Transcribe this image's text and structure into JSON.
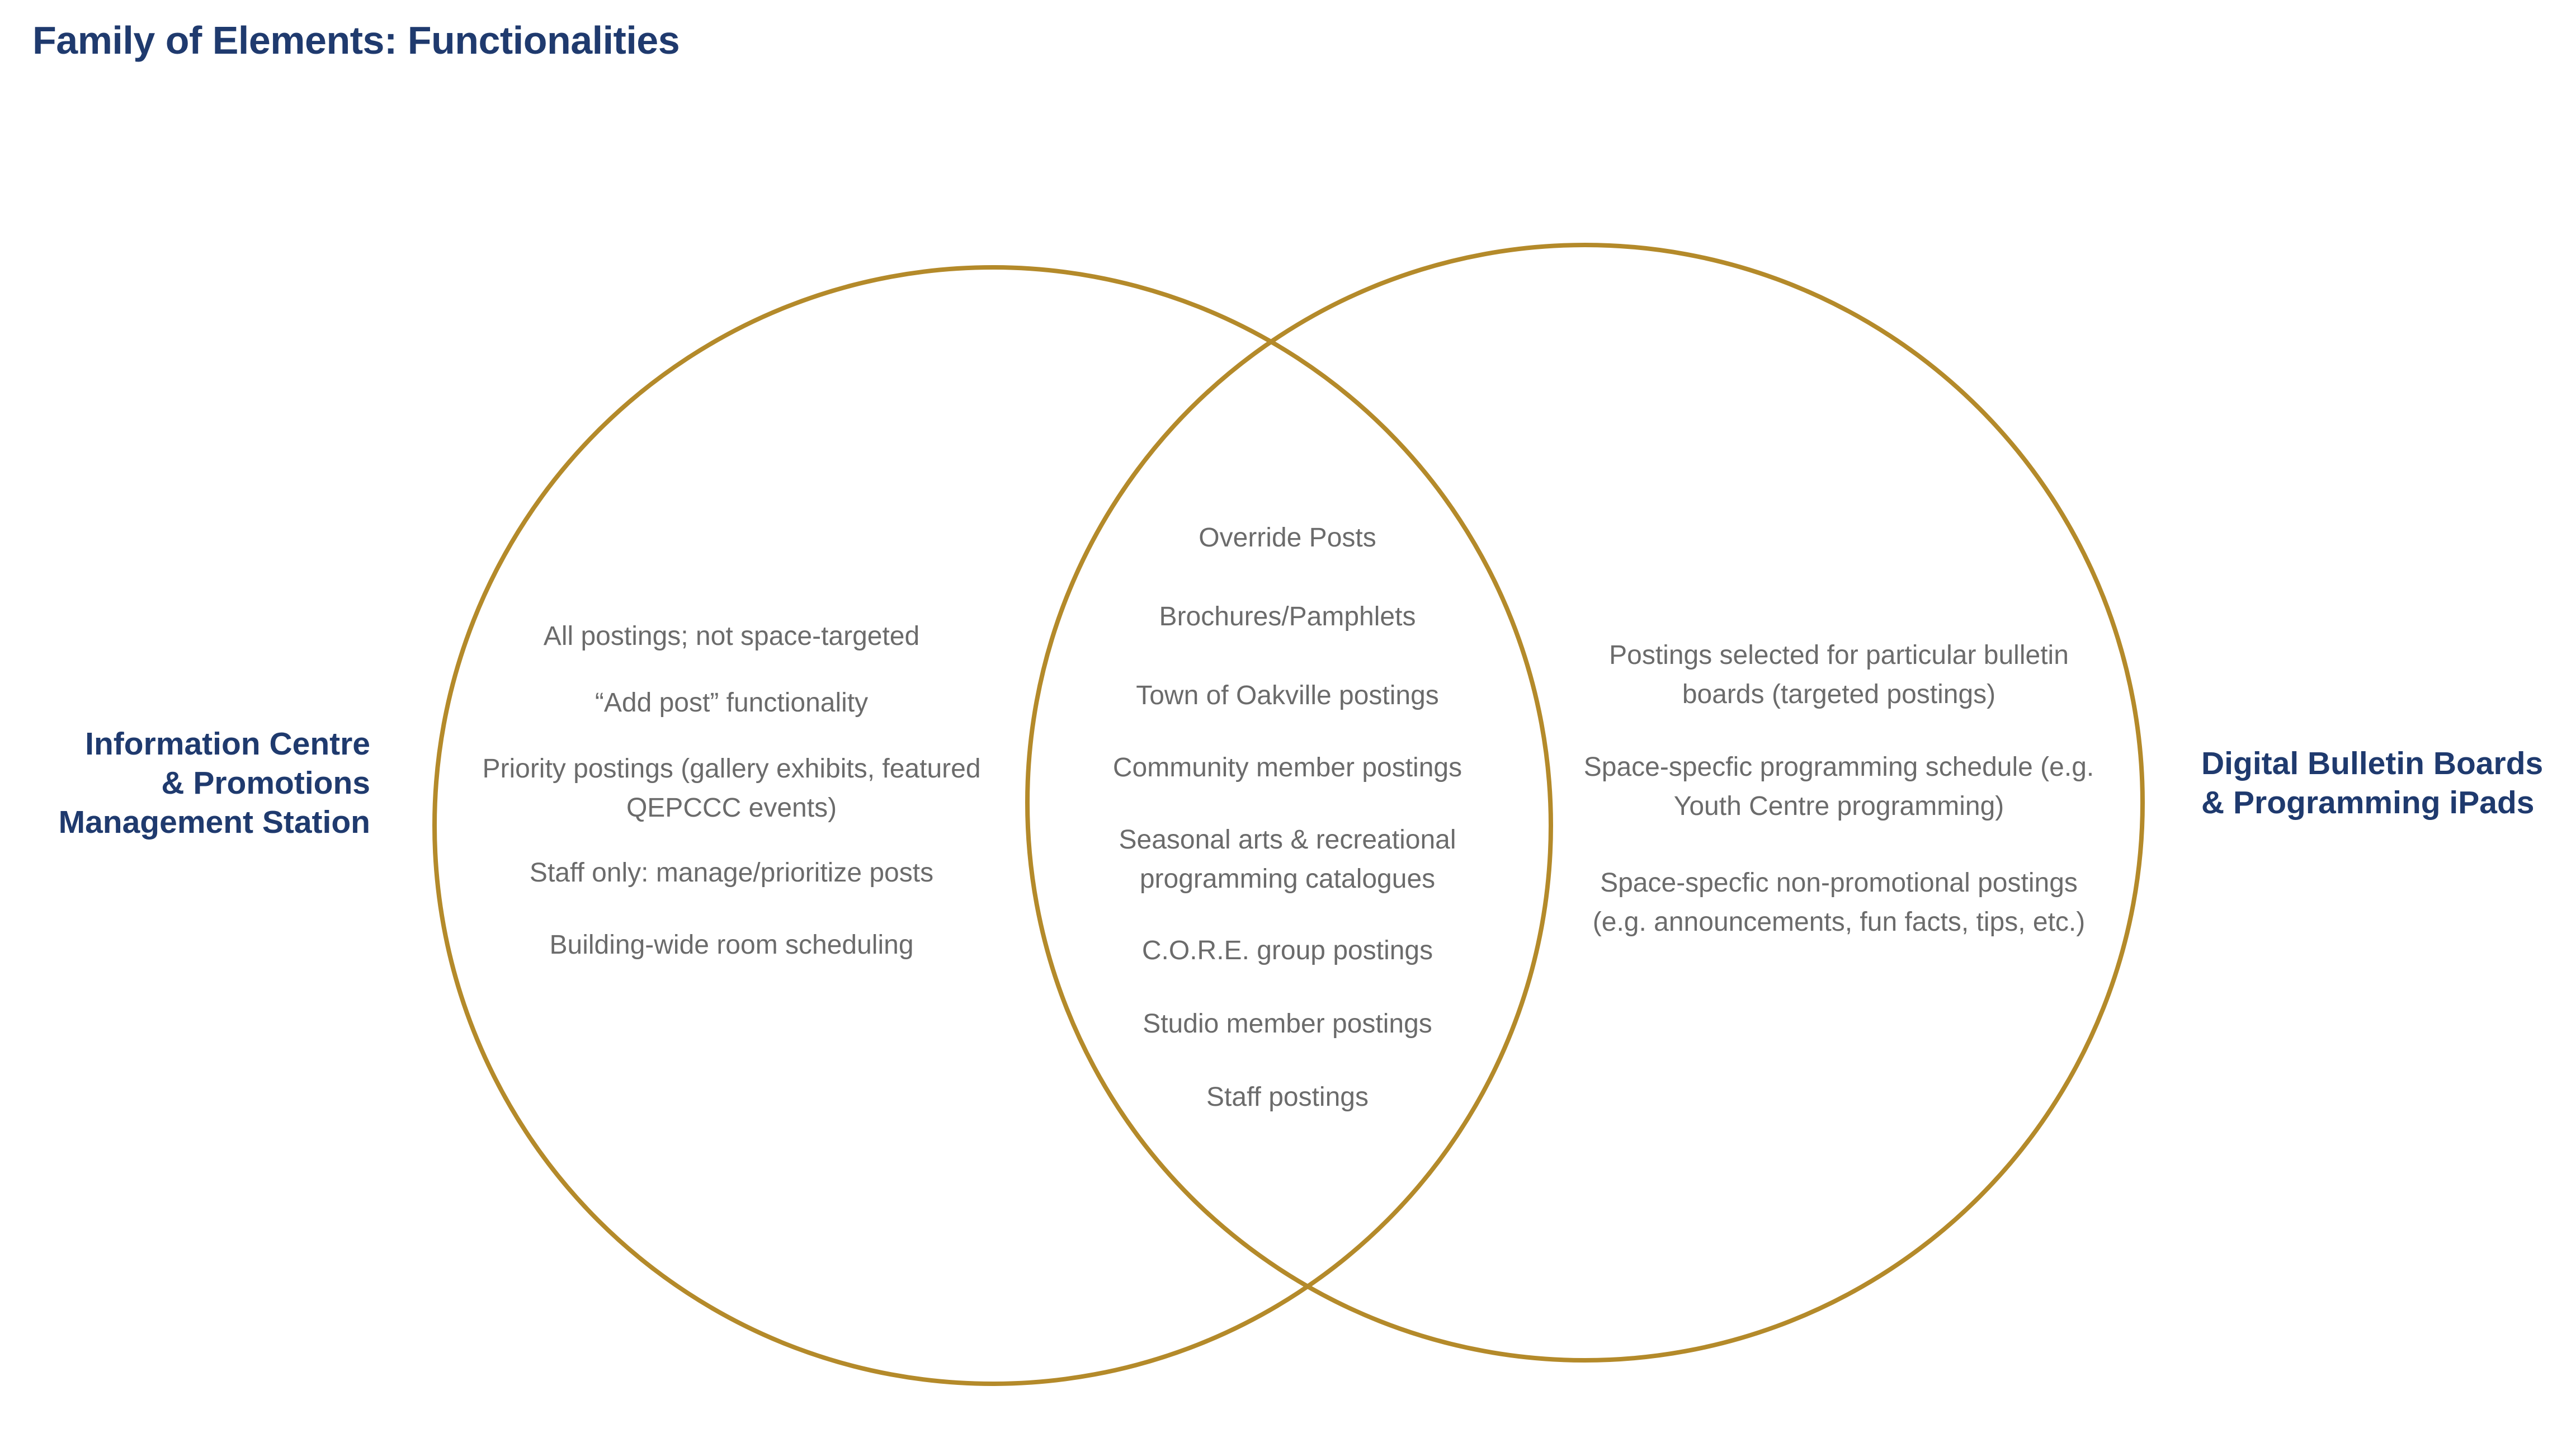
{
  "title": "Family of Elements: Functionalities",
  "colors": {
    "title": "#1f3a6e",
    "circle_stroke": "#b48a2a",
    "body_text": "#6b6b6b"
  },
  "left_label": [
    "Information Centre",
    "& Promotions",
    "Management Station"
  ],
  "right_label": [
    "Digital Bulletin Boards",
    "& Programming iPads"
  ],
  "left_items": [
    [
      "All postings; not space-targeted"
    ],
    [
      "“Add post” functionality"
    ],
    [
      "Priority postings (gallery exhibits, featured",
      "QEPCCC events)"
    ],
    [
      "Staff only: manage/prioritize posts"
    ],
    [
      "Building-wide room scheduling"
    ]
  ],
  "center_items": [
    [
      "Override Posts"
    ],
    [
      "Brochures/Pamphlets"
    ],
    [
      "Town of Oakville postings"
    ],
    [
      "Community member postings"
    ],
    [
      "Seasonal arts & recreational",
      "programming catalogues"
    ],
    [
      "C.O.R.E. group postings"
    ],
    [
      "Studio member postings"
    ],
    [
      "Staff postings"
    ]
  ],
  "right_items": [
    [
      "Postings selected for particular bulletin",
      "boards (targeted postings)"
    ],
    [
      "Space-specfic programming schedule (e.g.",
      "Youth Centre programming)"
    ],
    [
      "Space-specfic non-promotional postings",
      "(e.g. announcements, fun facts, tips, etc.)"
    ]
  ]
}
